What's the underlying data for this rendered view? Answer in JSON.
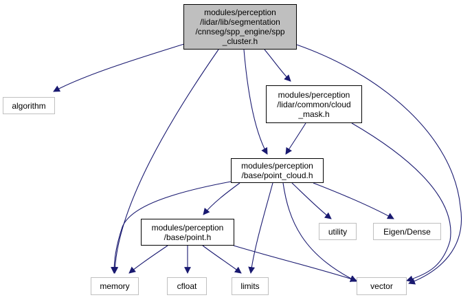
{
  "nodes": {
    "spp_cluster": {
      "label": "modules/perception\n/lidar/lib/segmentation\n/cnnseg/spp_engine/spp\n_cluster.h",
      "kind": "root"
    },
    "algorithm": {
      "label": "algorithm",
      "kind": "external"
    },
    "cloud_mask": {
      "label": "modules/perception\n/lidar/common/cloud\n_mask.h",
      "kind": "file"
    },
    "point_cloud": {
      "label": "modules/perception\n/base/point_cloud.h",
      "kind": "file"
    },
    "utility": {
      "label": "utility",
      "kind": "external"
    },
    "eigen_dense": {
      "label": "Eigen/Dense",
      "kind": "external"
    },
    "point": {
      "label": "modules/perception\n/base/point.h",
      "kind": "file"
    },
    "memory": {
      "label": "memory",
      "kind": "external"
    },
    "cfloat": {
      "label": "cfloat",
      "kind": "external"
    },
    "limits": {
      "label": "limits",
      "kind": "external"
    },
    "vector": {
      "label": "vector",
      "kind": "external"
    }
  },
  "edges": [
    [
      "spp_cluster",
      "algorithm"
    ],
    [
      "spp_cluster",
      "cloud_mask"
    ],
    [
      "spp_cluster",
      "point_cloud"
    ],
    [
      "spp_cluster",
      "memory"
    ],
    [
      "spp_cluster",
      "vector"
    ],
    [
      "cloud_mask",
      "point_cloud"
    ],
    [
      "cloud_mask",
      "vector"
    ],
    [
      "point_cloud",
      "point"
    ],
    [
      "point_cloud",
      "utility"
    ],
    [
      "point_cloud",
      "eigen_dense"
    ],
    [
      "point_cloud",
      "memory"
    ],
    [
      "point_cloud",
      "limits"
    ],
    [
      "point_cloud",
      "vector"
    ],
    [
      "point",
      "memory"
    ],
    [
      "point",
      "cfloat"
    ],
    [
      "point",
      "limits"
    ],
    [
      "point",
      "vector"
    ]
  ],
  "colors": {
    "edge": "#191970",
    "root_fill": "#bfbfbf",
    "file_border": "#000000",
    "external_border": "#bfbfbf"
  }
}
